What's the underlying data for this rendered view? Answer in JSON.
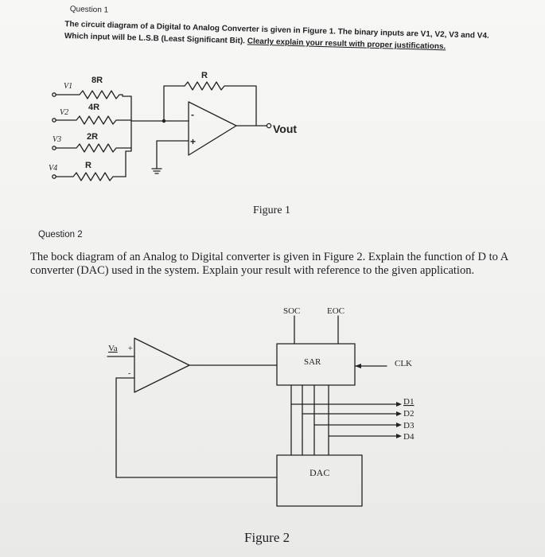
{
  "question1": {
    "title": "Question 1",
    "body_a": "The circuit diagram of a Digital to Analog Converter is given in Figure 1. The binary inputs are V1, V2, V3 and V4. Which input will be L.S.B (Least Significant Bit).",
    "body_b": "Clearly explain your result with proper justifications."
  },
  "figure1": {
    "caption": "Figure 1",
    "inputs": [
      "V1",
      "V2",
      "V3",
      "V4"
    ],
    "resistors": [
      "8R",
      "4R",
      "2R",
      "R"
    ],
    "feedback_resistor": "R",
    "inverting_sign": "-",
    "noninverting_sign": "+",
    "output_label": "Vout"
  },
  "question2": {
    "title": "Question 2",
    "body": "The bock diagram of an Analog to Digital converter is given in Figure 2. Explain the function of D to A converter (DAC) used in the system. Explain your result with reference to the given application."
  },
  "figure2": {
    "caption": "Figure 2",
    "input_label": "Va",
    "plus_sign": "+",
    "minus_sign": "-",
    "soc_label": "SOC",
    "eoc_label": "EOC",
    "sar_label": "SAR",
    "dac_label": "DAC",
    "clk_label": "CLK",
    "outputs": [
      "D1",
      "D2",
      "D3",
      "D4"
    ]
  }
}
